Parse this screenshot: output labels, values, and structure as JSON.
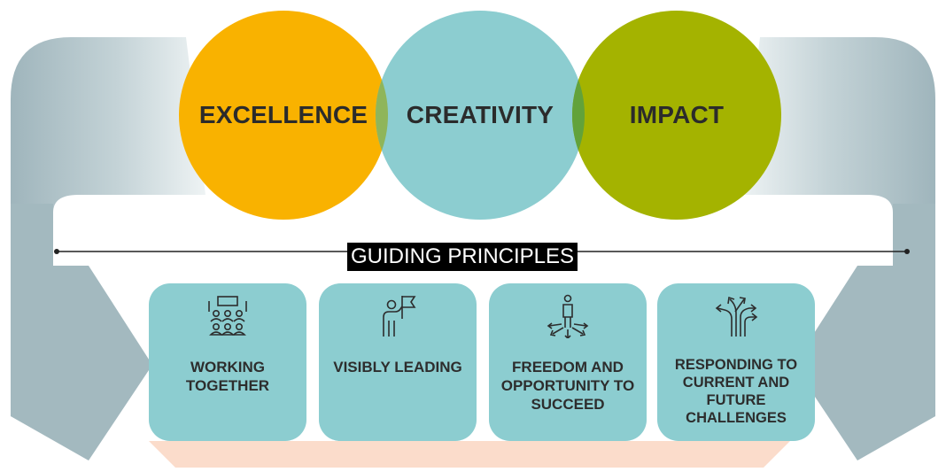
{
  "values": [
    {
      "id": "excellence",
      "label": "EXCELLENCE",
      "color": "#f9b200"
    },
    {
      "id": "creativity",
      "label": "CREATIVITY",
      "color": "#8ccdd0"
    },
    {
      "id": "impact",
      "label": "IMPACT",
      "color": "#a4b300"
    }
  ],
  "guiding_principles_title": "GUIDING PRINCIPLES",
  "principles": [
    {
      "label": "WORKING TOGETHER",
      "icon": "team-meeting-icon"
    },
    {
      "label": "VISIBLY LEADING",
      "icon": "person-flag-icon"
    },
    {
      "label": "FREEDOM AND OPPORTUNITY TO SUCCEED",
      "icon": "person-paths-icon"
    },
    {
      "label": "RESPONDING TO CURRENT AND FUTURE CHALLENGES",
      "icon": "branching-arrows-icon"
    }
  ],
  "colors": {
    "card": "#8ccdd0",
    "arrow_gray": "#a3b9bf",
    "peach": "#fbdccb",
    "overlap_green": "#62a23a"
  }
}
